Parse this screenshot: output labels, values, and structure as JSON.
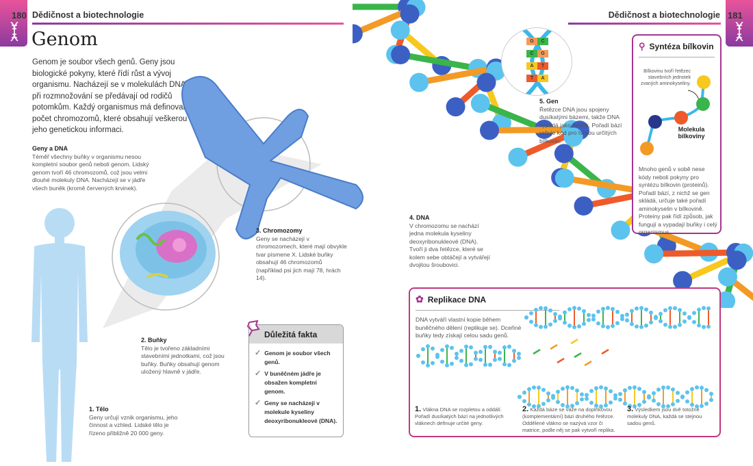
{
  "left_page": {
    "page_number": "180",
    "running_head": "Dědičnost a biotechnologie",
    "title": "Genom",
    "intro": "Genom je soubor všech genů. Geny jsou biologické pokyny, které řídí růst a vývoj organismu. Nacházejí se v molekulách DNA a při rozmnožování se předávají od rodičů potomkům. Každý organismus má definovaný počet chromozomů, které obsahují veškerou jeho genetickou informaci.",
    "geny_dna": {
      "heading": "Geny a DNA",
      "text": "Téměř všechny buňky v organismu nesou kompletní soubor genů neboli genom. Lidský genom tvoří 46 chromozomů, což jsou velmi dlouhé molekuly DNA. Nacházejí se v jádře všech buněk (kromě červených krvinek)."
    },
    "telo": {
      "heading": "1. Tělo",
      "text": "Geny určují vznik organismu, jeho činnost a vzhled. Lidské tělo je řízeno přibližně 20 000 geny."
    },
    "bunky": {
      "heading": "2. Buňky",
      "text": "Tělo je tvořeno základními stavebními jednotkami, což jsou buňky. Buňky obsahují genom uložený hlavně v jádře."
    },
    "chromozomy": {
      "heading": "3. Chromozomy",
      "text": "Geny se nacházejí v chromozomech, které mají obvykle tvar písmene X. Lidské buňky obsahují 46 chromozomů (například psi jich mají 78, hrách 14)."
    },
    "facts": {
      "title": "Důležitá fakta",
      "items": [
        "Genom je soubor všech genů.",
        "V buněčném jádře je obsažen kompletní genom.",
        "Geny se nacházejí v molekule kyseliny deoxyribonukleové (DNA)."
      ]
    }
  },
  "right_page": {
    "page_number": "181",
    "running_head": "Dědičnost a biotechnologie",
    "dna": {
      "heading": "4. DNA",
      "text": "V chromozomu se nachází jedna molekula kyseliny deoxyribonukleové (DNA). Tvoří ji dva řetězce, které se kolem sebe obtáčejí a vytvářejí dvojitou šroubovici."
    },
    "gen": {
      "heading": "5. Gen",
      "text": "Řetězce DNA jsou spojeny dusíkatými bázemi, takže DNA vypadá jako žebřík. Pořadí bází určuje kód pro tvorbu určitých bílkovin.",
      "base_pairs": [
        [
          "G",
          "C"
        ],
        [
          "C",
          "G"
        ],
        [
          "A",
          "T"
        ],
        [
          "T",
          "A"
        ]
      ]
    },
    "synteza": {
      "title": "Syntéza bílkovin",
      "note": "Bílkovinu tvoří řetězec stavebních jednotek zvaných aminokyseliny.",
      "label": "Molekula bílkoviny",
      "text": "Mnoho genů v sobě nese kódy neboli pokyny pro syntézu bílkovin (proteinů). Pořadí bází, z nichž se gen skládá, určuje také pořadí aminokyselin v bílkovině. Proteiny pak řídí způsob, jak fungují a vypadají buňky i celý organismus."
    },
    "replikace": {
      "title": "Replikace DNA",
      "intro": "DNA vytváří vlastní kopie během buněčného dělení (replikuje se). Dceřiné buňky tedy získají celou sadu genů.",
      "steps": [
        {
          "n": "1.",
          "text": "Vlákna DNA se rozpletou a oddálí. Pořadí dusíkatých bází na jednotlivých vláknech definuje určité geny."
        },
        {
          "n": "2.",
          "text": "Každá báze se váže na doplňkovou (komplementární) bázi druhého řetězce. Oddělené vlákno se nazývá vzor či matrice, podle něj se pak vytvoří replika."
        },
        {
          "n": "3.",
          "text": "Výsledkem jsou dvě totožné molekuly DNA, každá se stejnou sadou genů."
        }
      ]
    }
  },
  "colors": {
    "accent": "#a3358f",
    "pink": "#e8549a",
    "body_blue": "#b9dcf5",
    "strand": "#5cc3ee"
  }
}
